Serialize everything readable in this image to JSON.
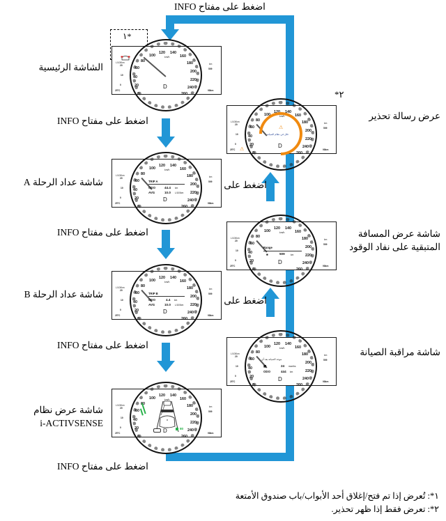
{
  "diagram": {
    "title_step_top": "اضغط على مفتاح INFO",
    "step_label": "اضغط على مفتاح INFO",
    "footnotes": [
      "١*: تُعرض إذا تم فتح/إغلاق أحد الأبواب/باب صندوق الأمتعة",
      "٢*: تعرض فقط إذا ظهر تحذير."
    ],
    "markers": {
      "one": "١*",
      "two": "٢*"
    },
    "accent_color": "#2196d6",
    "warning_color": "#f08a10",
    "lane_color": "#2bb24c"
  },
  "screens": [
    {
      "id": "main-screen",
      "label": "الشاشة الرئيسية",
      "label_side": "left",
      "marker": "١*",
      "gear": "D",
      "speed_unit": "km/h",
      "dial_values": [
        "20",
        "40",
        "60",
        "80",
        "100",
        "120",
        "140",
        "160",
        "180",
        "200",
        "220",
        "240",
        "260",
        "0"
      ],
      "fuel_top": "L/100km",
      "fuel_ticks": [
        "20",
        "10",
        "0"
      ],
      "temp": "25°C",
      "range_top": "km",
      "range_value": "509",
      "range_bottom": "98km",
      "content_type": "none"
    },
    {
      "id": "trip-a-screen",
      "label": "شاشة عداد الرحلة A",
      "label_side": "left",
      "gear": "D",
      "content_type": "trip",
      "trip_title": "TRIP A",
      "trip_rows": [
        {
          "icon": "ODO",
          "value": "44.4",
          "unit": "km"
        },
        {
          "icon": "AVG",
          "value": "10.0",
          "unit": "L/100km"
        }
      ]
    },
    {
      "id": "trip-b-screen",
      "label": "شاشة عداد الرحلة B",
      "label_side": "left",
      "gear": "D",
      "content_type": "trip",
      "trip_title": "TRIP B",
      "trip_rows": [
        {
          "icon": "ODO",
          "value": "4.4",
          "unit": "km"
        },
        {
          "icon": "AVG",
          "value": "10.0",
          "unit": "L/100km"
        }
      ]
    },
    {
      "id": "i-activsense-screen",
      "label_line1": "شاشة عرض نظام",
      "label_line2": "i-ACTIVSENSE",
      "label_side": "left",
      "gear": "D",
      "content_type": "lane",
      "lane_speed": "80"
    },
    {
      "id": "warning-message-screen",
      "label": "عرض رسالة تحذير",
      "label_side": "right",
      "marker": "٢*",
      "gear": "D",
      "content_type": "warning",
      "warning_text": "خلل في نظام الصيانة"
    },
    {
      "id": "fuel-range-screen",
      "label_line1": "شاشة عرض المسافة",
      "label_line2": "المتبقية على نفاد الوقود",
      "label_side": "right",
      "gear": "D",
      "content_type": "range",
      "range_title": "Range",
      "range_value": "509",
      "range_unit": "km"
    },
    {
      "id": "maintenance-monitor-screen",
      "label": "شاشة مراقبة الصيانة",
      "label_side": "right",
      "gear": "D",
      "content_type": "maintenance",
      "maintenance_title": "موعد الصيانة بعد أي",
      "maintenance_rows": [
        {
          "value": "24",
          "unit": "months"
        },
        {
          "value": "444",
          "unit": "km"
        }
      ]
    }
  ],
  "dial": {
    "numbers": [
      "0",
      "20",
      "40",
      "60",
      "80",
      "100",
      "120",
      "140",
      "160",
      "180",
      "200",
      "220",
      "240",
      "260"
    ],
    "unit": "km/h"
  },
  "side_gauges": {
    "left": {
      "top_unit": "L/100km",
      "ticks": [
        "20",
        "10",
        "0"
      ],
      "bottom": "25°C"
    },
    "right": {
      "top_unit": "km",
      "mid": "509",
      "bottom": "98km"
    }
  }
}
